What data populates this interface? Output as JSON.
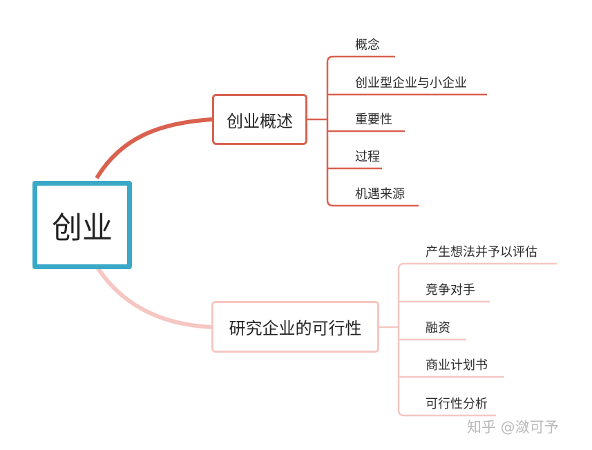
{
  "colors": {
    "root_border": "#3aa9c7",
    "branch_1": "#d9614e",
    "branch_2": "#f6c6c2"
  },
  "root": {
    "label": "创业"
  },
  "branches": [
    {
      "label": "创业概述",
      "children": [
        "概念",
        "创业型企业与小企业",
        "重要性",
        "过程",
        "机遇来源"
      ]
    },
    {
      "label": "研究企业的可行性",
      "children": [
        "产生想法并予以评估",
        "竞争对手",
        "融资",
        "商业计划书",
        "可行性分析"
      ]
    }
  ],
  "watermark": "知乎 @潋可予"
}
